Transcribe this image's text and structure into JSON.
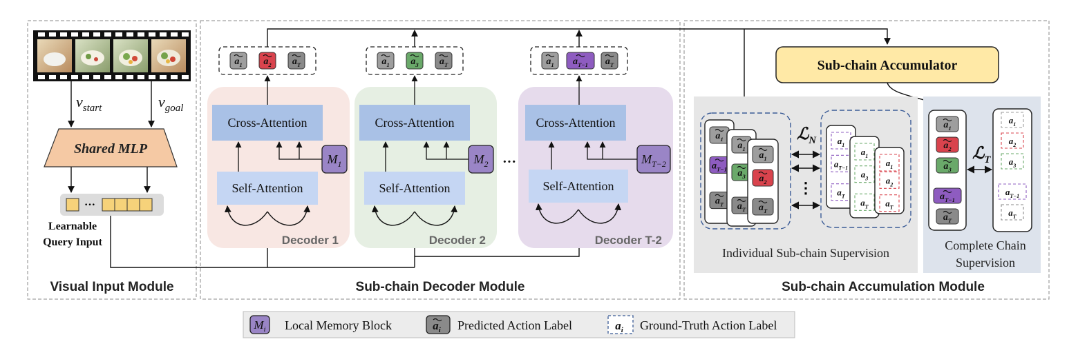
{
  "modules": {
    "visual_input": "Visual Input Module",
    "decoder": "Sub-chain Decoder Module",
    "accumulation": "Sub-chain Accumulation Module"
  },
  "visual": {
    "v_start_base": "v",
    "v_start_sub": "start",
    "v_goal_base": "v",
    "v_goal_sub": "goal",
    "mlp": "Shared MLP",
    "query_dots": "···",
    "query_label_1": "Learnable",
    "query_label_2": "Query Input"
  },
  "decoders": [
    {
      "name": "Decoder 1",
      "cross": "Cross-Attention",
      "self": "Self-Attention",
      "mem_base": "M",
      "mem_sub": "1",
      "outputs": [
        {
          "base": "a",
          "sub": "1",
          "color": "#9e9e9e"
        },
        {
          "base": "a",
          "sub": "2",
          "color": "#d9434d"
        },
        {
          "base": "a",
          "sub": "T",
          "color": "#8a8a8a"
        }
      ]
    },
    {
      "name": "Decoder 2",
      "cross": "Cross-Attention",
      "self": "Self-Attention",
      "mem_base": "M",
      "mem_sub": "2",
      "outputs": [
        {
          "base": "a",
          "sub": "1",
          "color": "#9e9e9e"
        },
        {
          "base": "a",
          "sub": "3",
          "color": "#6aa96a"
        },
        {
          "base": "a",
          "sub": "T",
          "color": "#8a8a8a"
        }
      ]
    },
    {
      "name": "Decoder T-2",
      "cross": "Cross-Attention",
      "self": "Self-Attention",
      "mem_base": "M",
      "mem_sub": "T−2",
      "outputs": [
        {
          "base": "a",
          "sub": "1",
          "color": "#9e9e9e"
        },
        {
          "base": "a",
          "sub": "T−1",
          "color": "#8e5cc0"
        },
        {
          "base": "a",
          "sub": "T",
          "color": "#8a8a8a"
        }
      ]
    }
  ],
  "decoder_ellipsis": "···",
  "accumulator": "Sub-chain Accumulator",
  "loss_n_base": "ℒ",
  "loss_n_sub": "N",
  "loss_t_base": "ℒ",
  "loss_t_sub": "T",
  "vdots": "⋮",
  "individual_caption": "Individual Sub-chain Supervision",
  "complete_caption_1": "Complete Chain",
  "complete_caption_2": "Supervision",
  "pred_chain": [
    {
      "base": "a",
      "sub": "1",
      "color": "#9e9e9e"
    },
    {
      "base": "a",
      "sub": "2",
      "color": "#d9434d"
    },
    {
      "base": "a",
      "sub": "3",
      "color": "#6aa96a"
    },
    {
      "base": "a",
      "sub": "T−1",
      "color": "#8e5cc0"
    },
    {
      "base": "a",
      "sub": "T",
      "color": "#8a8a8a"
    }
  ],
  "gt_chain": [
    {
      "base": "a",
      "sub": "1",
      "color": "#9e9e9e"
    },
    {
      "base": "a",
      "sub": "2",
      "color": "#d9434d"
    },
    {
      "base": "a",
      "sub": "3",
      "color": "#6aa96a"
    },
    {
      "base": "a",
      "sub": "T−1",
      "color": "#8e5cc0"
    },
    {
      "base": "a",
      "sub": "T",
      "color": "#8a8a8a"
    }
  ],
  "stack_pred": {
    "card1": [
      {
        "base": "a",
        "sub": "1",
        "color": "#9e9e9e"
      },
      {
        "base": "a",
        "sub": "T−1",
        "color": "#8e5cc0"
      },
      {
        "base": "a",
        "sub": "T",
        "color": "#8a8a8a"
      }
    ],
    "card2": [
      {
        "base": "a",
        "sub": "1",
        "color": "#9e9e9e"
      },
      {
        "base": "a",
        "sub": "3",
        "color": "#6aa96a"
      },
      {
        "base": "a",
        "sub": "T",
        "color": "#8a8a8a"
      }
    ],
    "card3": [
      {
        "base": "a",
        "sub": "1",
        "color": "#9e9e9e"
      },
      {
        "base": "a",
        "sub": "2",
        "color": "#d9434d"
      },
      {
        "base": "a",
        "sub": "T",
        "color": "#8a8a8a"
      }
    ]
  },
  "stack_gt": {
    "card1": [
      {
        "base": "a",
        "sub": "1",
        "color": "#8e5cc0"
      },
      {
        "base": "a",
        "sub": "T−1",
        "color": "#8e5cc0"
      },
      {
        "base": "a",
        "sub": "T",
        "color": "#8e5cc0"
      }
    ],
    "card2": [
      {
        "base": "a",
        "sub": "1",
        "color": "#6aa96a"
      },
      {
        "base": "a",
        "sub": "3",
        "color": "#6aa96a"
      },
      {
        "base": "a",
        "sub": "T",
        "color": "#6aa96a"
      }
    ],
    "card3": [
      {
        "base": "a",
        "sub": "1",
        "color": "#d9434d"
      },
      {
        "base": "a",
        "sub": "2",
        "color": "#d9434d"
      },
      {
        "base": "a",
        "sub": "T",
        "color": "#d9434d"
      }
    ]
  },
  "legend": {
    "memory_base": "M",
    "memory_sub": "i",
    "memory_label": "Local Memory Block",
    "pred_base": "a",
    "pred_sub": "i",
    "pred_label": "Predicted Action Label",
    "gt_base": "a",
    "gt_sub": "i",
    "gt_label": "Ground-Truth Action Label"
  },
  "colors": {
    "decoder1_bg": "#f8e7e3",
    "decoder2_bg": "#e6efe3",
    "decoder3_bg": "#e6dbec",
    "cross_attention": "#a9c1e6",
    "self_attention": "#c5d6f3",
    "memory": "#9a85c6",
    "mlp": "#f5c9a4",
    "accumulator": "#ffe9a6",
    "query_cell": "#f6d27a",
    "individual_bg": "#e6e6e6",
    "complete_bg": "#dde3ec",
    "dashed_blue": "#3a5b96"
  }
}
